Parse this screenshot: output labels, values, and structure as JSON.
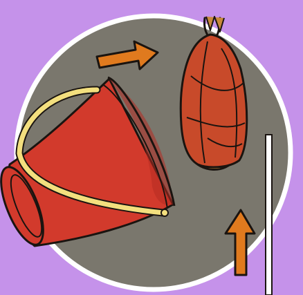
{
  "colors": {
    "background": "#c592ea",
    "disc": "#7a776d",
    "disc_rim": "#ffffff",
    "bucket": "#d23a2c",
    "bucket_shade": "#b52c22",
    "handle": "#f3df7e",
    "bat_wing": "#c84a2a",
    "bat_body": "#c8893a",
    "arrow": "#e07a1e",
    "outline": "#1a1410"
  },
  "scene": {
    "objects": [
      "bucket",
      "hanging-bat",
      "pole"
    ],
    "arrows": [
      {
        "icon": "arrow-right-icon",
        "direction": "right"
      },
      {
        "icon": "arrow-up-icon",
        "direction": "up"
      }
    ]
  }
}
